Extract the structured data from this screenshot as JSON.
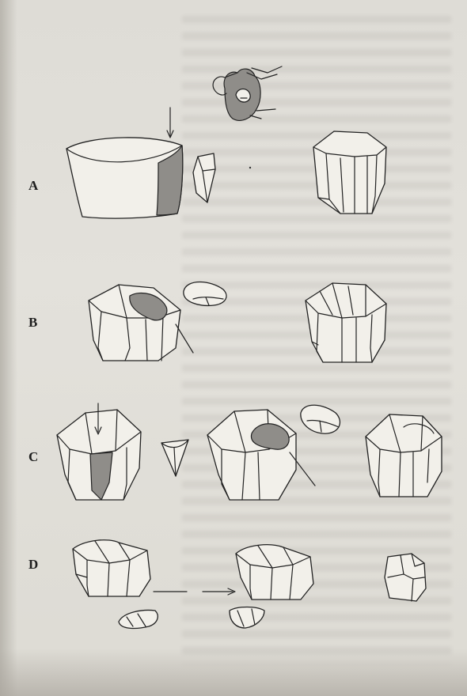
{
  "figure": {
    "rows": [
      {
        "id": "A",
        "label": "A"
      },
      {
        "id": "B",
        "label": "B"
      },
      {
        "id": "C",
        "label": "C"
      },
      {
        "id": "D",
        "label": "D"
      }
    ]
  },
  "colors": {
    "paper": "#e3e1db",
    "ink": "#222222",
    "scar_fill": "#8f8d89"
  }
}
